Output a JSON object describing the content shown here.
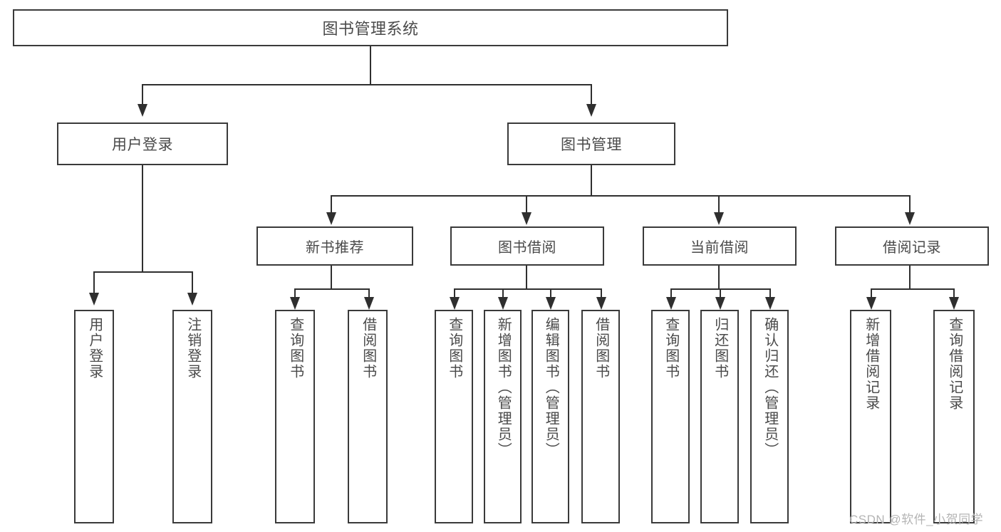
{
  "diagram": {
    "title": "图书管理系统",
    "watermark": "CSDN @软件_小贺同学",
    "colors": {
      "box_border": "#3a3a3a",
      "connector": "#2f2f2f",
      "text": "#4a4a4a",
      "background": "#ffffff",
      "watermark": "#b4b4b4"
    },
    "nodes": {
      "root": {
        "label": "图书管理系统"
      },
      "level1": [
        {
          "label": "用户登录"
        },
        {
          "label": "图书管理"
        }
      ],
      "level2": [
        {
          "label": "新书推荐"
        },
        {
          "label": "图书借阅"
        },
        {
          "label": "当前借阅"
        },
        {
          "label": "借阅记录"
        }
      ],
      "leaves": [
        {
          "label": "用户登录",
          "parent": "用户登录"
        },
        {
          "label": "注销登录",
          "parent": "用户登录"
        },
        {
          "label": "查询图书",
          "parent": "新书推荐"
        },
        {
          "label": "借阅图书",
          "parent": "新书推荐"
        },
        {
          "label": "查询图书",
          "parent": "图书借阅"
        },
        {
          "label": "新增图书（管理员）",
          "parent": "图书借阅"
        },
        {
          "label": "编辑图书（管理员）",
          "parent": "图书借阅"
        },
        {
          "label": "借阅图书",
          "parent": "图书借阅"
        },
        {
          "label": "查询图书",
          "parent": "当前借阅"
        },
        {
          "label": "归还图书",
          "parent": "当前借阅"
        },
        {
          "label": "确认归还（管理员）",
          "parent": "当前借阅"
        },
        {
          "label": "新增借阅记录",
          "parent": "借阅记录"
        },
        {
          "label": "查询借阅记录",
          "parent": "借阅记录"
        }
      ]
    }
  }
}
